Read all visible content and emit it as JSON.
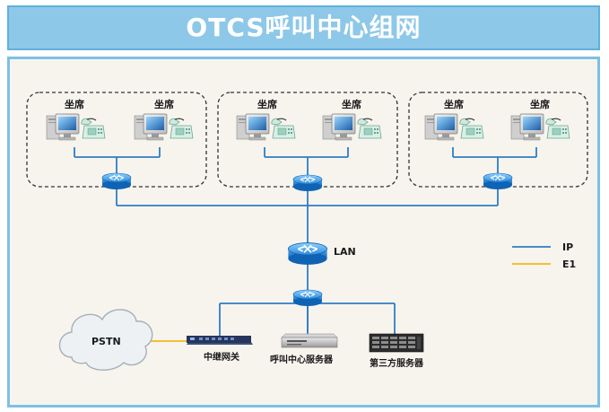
{
  "title": "OTCS呼叫中心组网",
  "agent_label": "坐席",
  "lan_label": "LAN",
  "legend": [
    {
      "name": "IP",
      "color": "#2f7dc4"
    },
    {
      "name": "E1",
      "color": "#f2b81c"
    }
  ],
  "pstn_label": "PSTN",
  "devices": {
    "gateway": "中继网关",
    "cc_server": "呼叫中心服务器",
    "third_party_server": "第三方服务器"
  },
  "colors": {
    "ip_line": "#2f7dc4",
    "e1_line": "#f2b81c",
    "title_bg": "#8ec8e8",
    "frame_border": "#7cc0e6",
    "router": "#1f7fd0"
  },
  "icons": [
    "computer-icon",
    "phone-icon",
    "router-icon",
    "cloud-icon",
    "gateway-icon",
    "server-icon"
  ]
}
